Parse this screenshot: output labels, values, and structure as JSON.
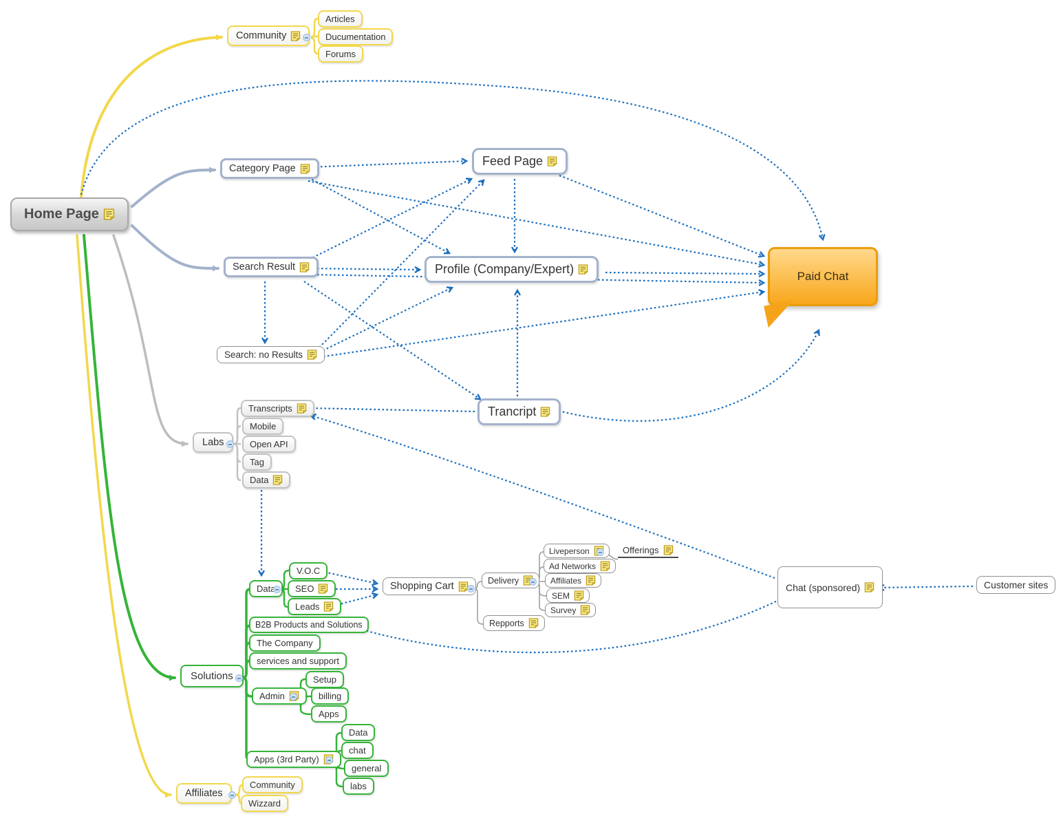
{
  "diagram": {
    "type": "mindmap-sitemap",
    "nodes": {
      "home": {
        "label": "Home Page",
        "note": true
      },
      "community": {
        "label": "Community",
        "note": true
      },
      "articles": {
        "label": "Articles"
      },
      "ducumentation": {
        "label": "Ducumentation"
      },
      "forums": {
        "label": "Forums"
      },
      "category": {
        "label": "Category Page",
        "note": true
      },
      "search_result": {
        "label": "Search Result",
        "note": true
      },
      "no_results": {
        "label": "Search: no Results",
        "note": true
      },
      "feed": {
        "label": "Feed Page",
        "note": true
      },
      "profile": {
        "label": "Profile (Company/Expert)",
        "note": true
      },
      "trancript": {
        "label": "Trancript",
        "note": true
      },
      "paid_chat": {
        "label": "Paid Chat"
      },
      "labs": {
        "label": "Labs"
      },
      "transcripts": {
        "label": "Transcripts",
        "note": true
      },
      "mobile": {
        "label": "Mobile"
      },
      "open_api": {
        "label": "Open API"
      },
      "tag": {
        "label": "Tag"
      },
      "data_labs": {
        "label": "Data",
        "note": true
      },
      "data_green": {
        "label": "Data"
      },
      "voc": {
        "label": "V.O.C"
      },
      "seo": {
        "label": "SEO",
        "note": true
      },
      "leads": {
        "label": "Leads",
        "note": true
      },
      "shopping_cart": {
        "label": "Shopping Cart",
        "note": true
      },
      "delivery": {
        "label": "Delivery",
        "note": true
      },
      "repports": {
        "label": "Repports",
        "note": true
      },
      "liveperson": {
        "label": "Liveperson",
        "note": true
      },
      "offerings": {
        "label": "Offerings",
        "note": true
      },
      "ad_networks": {
        "label": "Ad Networks",
        "note": true
      },
      "affiliates_delivery": {
        "label": "Affiliates",
        "note": true
      },
      "sem": {
        "label": "SEM",
        "note": true
      },
      "survey": {
        "label": "Survey",
        "note": true
      },
      "chat_sponsored": {
        "label": "Chat (sponsored)",
        "note": true
      },
      "customer_sites": {
        "label": "Customer sites"
      },
      "solutions": {
        "label": "Solutions"
      },
      "b2b": {
        "label": "B2B Products and Solutions"
      },
      "the_company": {
        "label": "The Company"
      },
      "services_support": {
        "label": "services and support"
      },
      "admin": {
        "label": "Admin",
        "note": true
      },
      "setup": {
        "label": "Setup"
      },
      "billing": {
        "label": "billing"
      },
      "apps": {
        "label": "Apps"
      },
      "apps_3rd": {
        "label": "Apps (3rd Party)",
        "note": true
      },
      "apps_data": {
        "label": "Data"
      },
      "apps_chat": {
        "label": "chat"
      },
      "apps_general": {
        "label": "general"
      },
      "apps_labs": {
        "label": "labs"
      }
    },
    "tree_edges": [
      {
        "from": "home",
        "to": "community"
      },
      {
        "from": "home",
        "to": "category"
      },
      {
        "from": "home",
        "to": "search_result"
      },
      {
        "from": "home",
        "to": "labs"
      },
      {
        "from": "home",
        "to": "solutions"
      },
      {
        "from": "home",
        "to": "affiliates"
      },
      {
        "from": "community",
        "to": [
          "articles",
          "ducumentation",
          "forums"
        ]
      },
      {
        "from": "labs",
        "to": [
          "transcripts",
          "mobile",
          "open_api",
          "tag",
          "data_labs"
        ]
      },
      {
        "from": "solutions",
        "to": [
          "data_green",
          "b2b",
          "the_company",
          "services_support",
          "admin",
          "apps_3rd"
        ]
      },
      {
        "from": "data_green",
        "to": [
          "voc",
          "seo",
          "leads"
        ]
      },
      {
        "from": "admin",
        "to": [
          "setup",
          "billing",
          "apps"
        ]
      },
      {
        "from": "apps_3rd",
        "to": [
          "apps_data",
          "apps_chat",
          "apps_general",
          "apps_labs"
        ]
      },
      {
        "from": "affiliates",
        "to": [
          "community_aff",
          "wizzard"
        ]
      },
      {
        "from": "shopping_cart",
        "to": [
          "delivery",
          "repports"
        ]
      },
      {
        "from": "delivery",
        "to": [
          "liveperson",
          "ad_networks",
          "affiliates_delivery",
          "sem",
          "survey"
        ]
      },
      {
        "from": "liveperson",
        "to": [
          "offerings"
        ]
      }
    ],
    "link_edges": [
      {
        "from": "home",
        "to": "paid_chat"
      },
      {
        "from": "category",
        "to": "feed"
      },
      {
        "from": "category",
        "to": "profile"
      },
      {
        "from": "category",
        "to": "paid_chat"
      },
      {
        "from": "search_result",
        "to": "feed"
      },
      {
        "from": "search_result",
        "to": "profile"
      },
      {
        "from": "search_result",
        "to": "no_results"
      },
      {
        "from": "search_result",
        "to": "trancript"
      },
      {
        "from": "search_result",
        "to": "paid_chat"
      },
      {
        "from": "no_results",
        "to": "feed"
      },
      {
        "from": "no_results",
        "to": "profile"
      },
      {
        "from": "no_results",
        "to": "paid_chat"
      },
      {
        "from": "feed",
        "to": "profile"
      },
      {
        "from": "feed",
        "to": "paid_chat"
      },
      {
        "from": "profile",
        "to": "paid_chat"
      },
      {
        "from": "trancript",
        "to": "profile"
      },
      {
        "from": "trancript",
        "to": "paid_chat"
      },
      {
        "from": "trancript",
        "to": "transcripts"
      },
      {
        "from": "chat_sponsored",
        "to": "transcripts"
      },
      {
        "from": "chat_sponsored",
        "to": "b2b"
      },
      {
        "from": "customer_sites",
        "to": "chat_sponsored"
      },
      {
        "from": "data_labs",
        "to": "data_green"
      },
      {
        "from": "voc",
        "to": "shopping_cart"
      },
      {
        "from": "seo",
        "to": "shopping_cart"
      },
      {
        "from": "leads",
        "to": "shopping_cart"
      }
    ],
    "extra_nodes": {
      "affiliates": {
        "label": "Affiliates"
      },
      "community_aff": {
        "label": "Community"
      },
      "wizzard": {
        "label": "Wizzard"
      }
    },
    "colors": {
      "dotted_link": "#1d6fbe",
      "yellow_branch": "#f2d74b",
      "green_branch": "#35b43a",
      "steel_branch": "#a3b2cc",
      "gray_branch": "#bdbdbd",
      "paid_chat_fill": "#f8a71b",
      "paid_chat_border": "#ea9d0c",
      "note_icon_fill": "#fbe983"
    }
  }
}
